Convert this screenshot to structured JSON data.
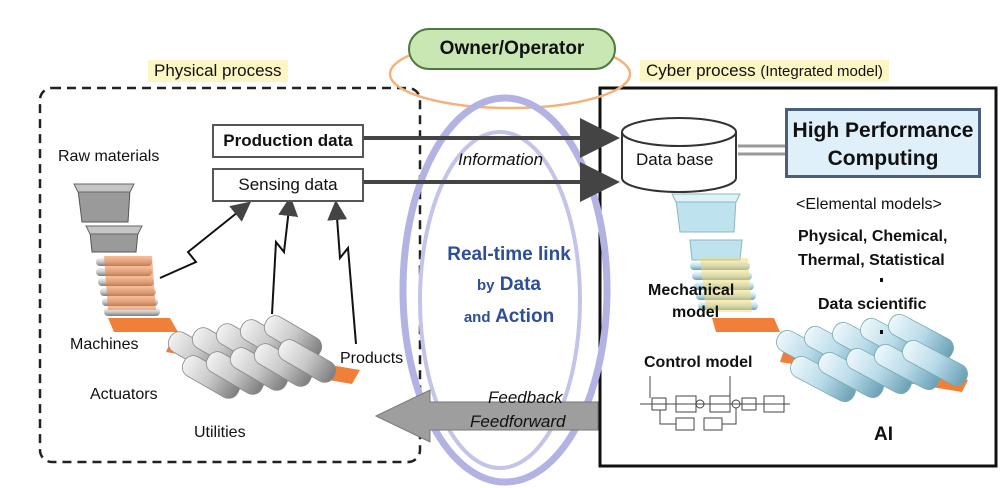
{
  "owner_label": "Owner/Operator",
  "physical": {
    "title": "Physical process",
    "raw_materials": "Raw materials",
    "machines": "Machines",
    "actuators": "Actuators",
    "utilities": "Utilities",
    "products": "Products"
  },
  "data_boxes": {
    "production": "Production data",
    "sensing": "Sensing data"
  },
  "link": {
    "information": "Information",
    "realtime_line1": "Real-time link",
    "realtime_by": "by",
    "realtime_data": "Data",
    "realtime_and": "and",
    "realtime_action": "Action",
    "feedback": "Feedback",
    "feedforward": "Feedforward"
  },
  "cyber": {
    "title_main": "Cyber process",
    "title_paren": "(Integrated model)",
    "database": "Data base",
    "hpc_line1": "High Performance",
    "hpc_line2": "Computing",
    "elemental": "<Elemental models>",
    "models_line1": "Physical, Chemical,",
    "models_line2": "Thermal, Statistical",
    "data_scientific": "Data scientific",
    "mechanical_line1": "Mechanical",
    "mechanical_line2": "model",
    "control_model": "Control model",
    "ai": "AI"
  },
  "colors": {
    "owner_fill": "#c9e7b3",
    "title_highlight": "#fbf6c4",
    "link_text": "#2c4f97",
    "ellipse": "#b3b3e3",
    "hpc_fill": "#dff0fb",
    "strip": "#f07f3a",
    "ring": "#f3b27a"
  }
}
